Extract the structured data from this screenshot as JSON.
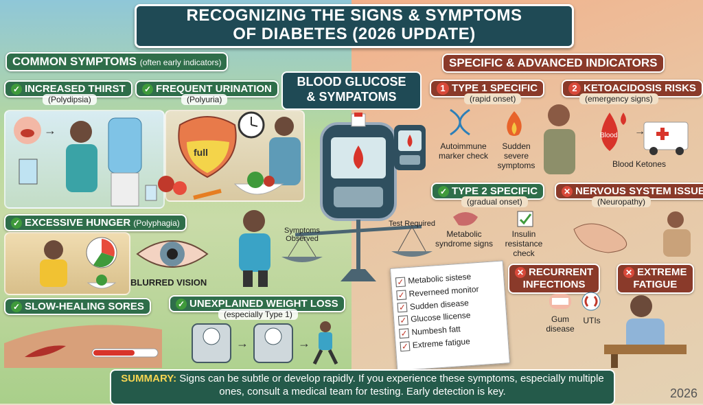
{
  "title": {
    "line1": "RECOGNIZING THE SIGNS & SYMPTOMS",
    "line2": "OF DIABETES (2026 UPDATE)"
  },
  "center": {
    "line1": "BLOOD GLUCOSE",
    "line2": "& SYMPATOMS",
    "scale_left": "Symptoms Observed",
    "scale_right": "Test Required"
  },
  "common": {
    "header": "COMMON SYMPTOMS",
    "header_note": "(often early indicators)",
    "thirst": {
      "title": "INCREASED THIRST",
      "sub": "(Polydipsia)"
    },
    "urination": {
      "title": "FREQUENT URINATION",
      "sub": "(Polyuria)",
      "bladder_text": "full"
    },
    "hunger": {
      "title": "EXCESSIVE HUNGER",
      "sub": "(Polyphagia)"
    },
    "vision": {
      "title": "BLURRED VISION"
    },
    "sores": {
      "title": "SLOW-HEALING SORES"
    },
    "weight": {
      "title": "UNEXPLAINED WEIGHT LOSS",
      "sub": "(especially Type 1)"
    }
  },
  "advanced": {
    "header": "SPECIFIC & ADVANCED INDICATORS",
    "type1": {
      "num": "1",
      "title": "TYPE 1 SPECIFIC",
      "sub": "(rapid onset)",
      "item1": "Autoimmune marker check",
      "item2": "Sudden severe symptoms"
    },
    "keto": {
      "num": "2",
      "title": "KETOACIDOSIS RISKS",
      "sub": "(emergency signs)",
      "drop_text": "Blood",
      "caption": "Blood Ketones"
    },
    "type2": {
      "title": "TYPE 2 SPECIFIC",
      "sub": "(gradual onset)",
      "item1": "Metabolic syndrome signs",
      "item2": "Insulin resistance check"
    },
    "nervous": {
      "title": "NERVOUS SYSTEM ISSUES",
      "sub": "(Neuropathy)"
    },
    "infections": {
      "title_line1": "RECURRENT",
      "title_line2": "INFECTIONS",
      "item1": "Gum disease",
      "item2": "UTIs"
    },
    "fatigue": {
      "title_line1": "EXTREME",
      "title_line2": "FATIGUE"
    }
  },
  "checklist": [
    "Metabolic sistese",
    "Reverneed monitor",
    "Sudden disease",
    "Glucose llicense",
    "Numbesh fatt",
    "Extreme fatigue"
  ],
  "summary": {
    "label": "SUMMARY:",
    "text": "Signs can be subtle or develop rapidly. If you experience these symptoms, especially multiple ones, consult a medical team for testing. Early detection is key."
  },
  "year": "2026",
  "colors": {
    "green_label": "#2f6e4a",
    "red_label": "#8a3a2a",
    "title_bg": "#1f4a55",
    "check_green": "#3f9a3b",
    "alert_red": "#d8493a"
  }
}
